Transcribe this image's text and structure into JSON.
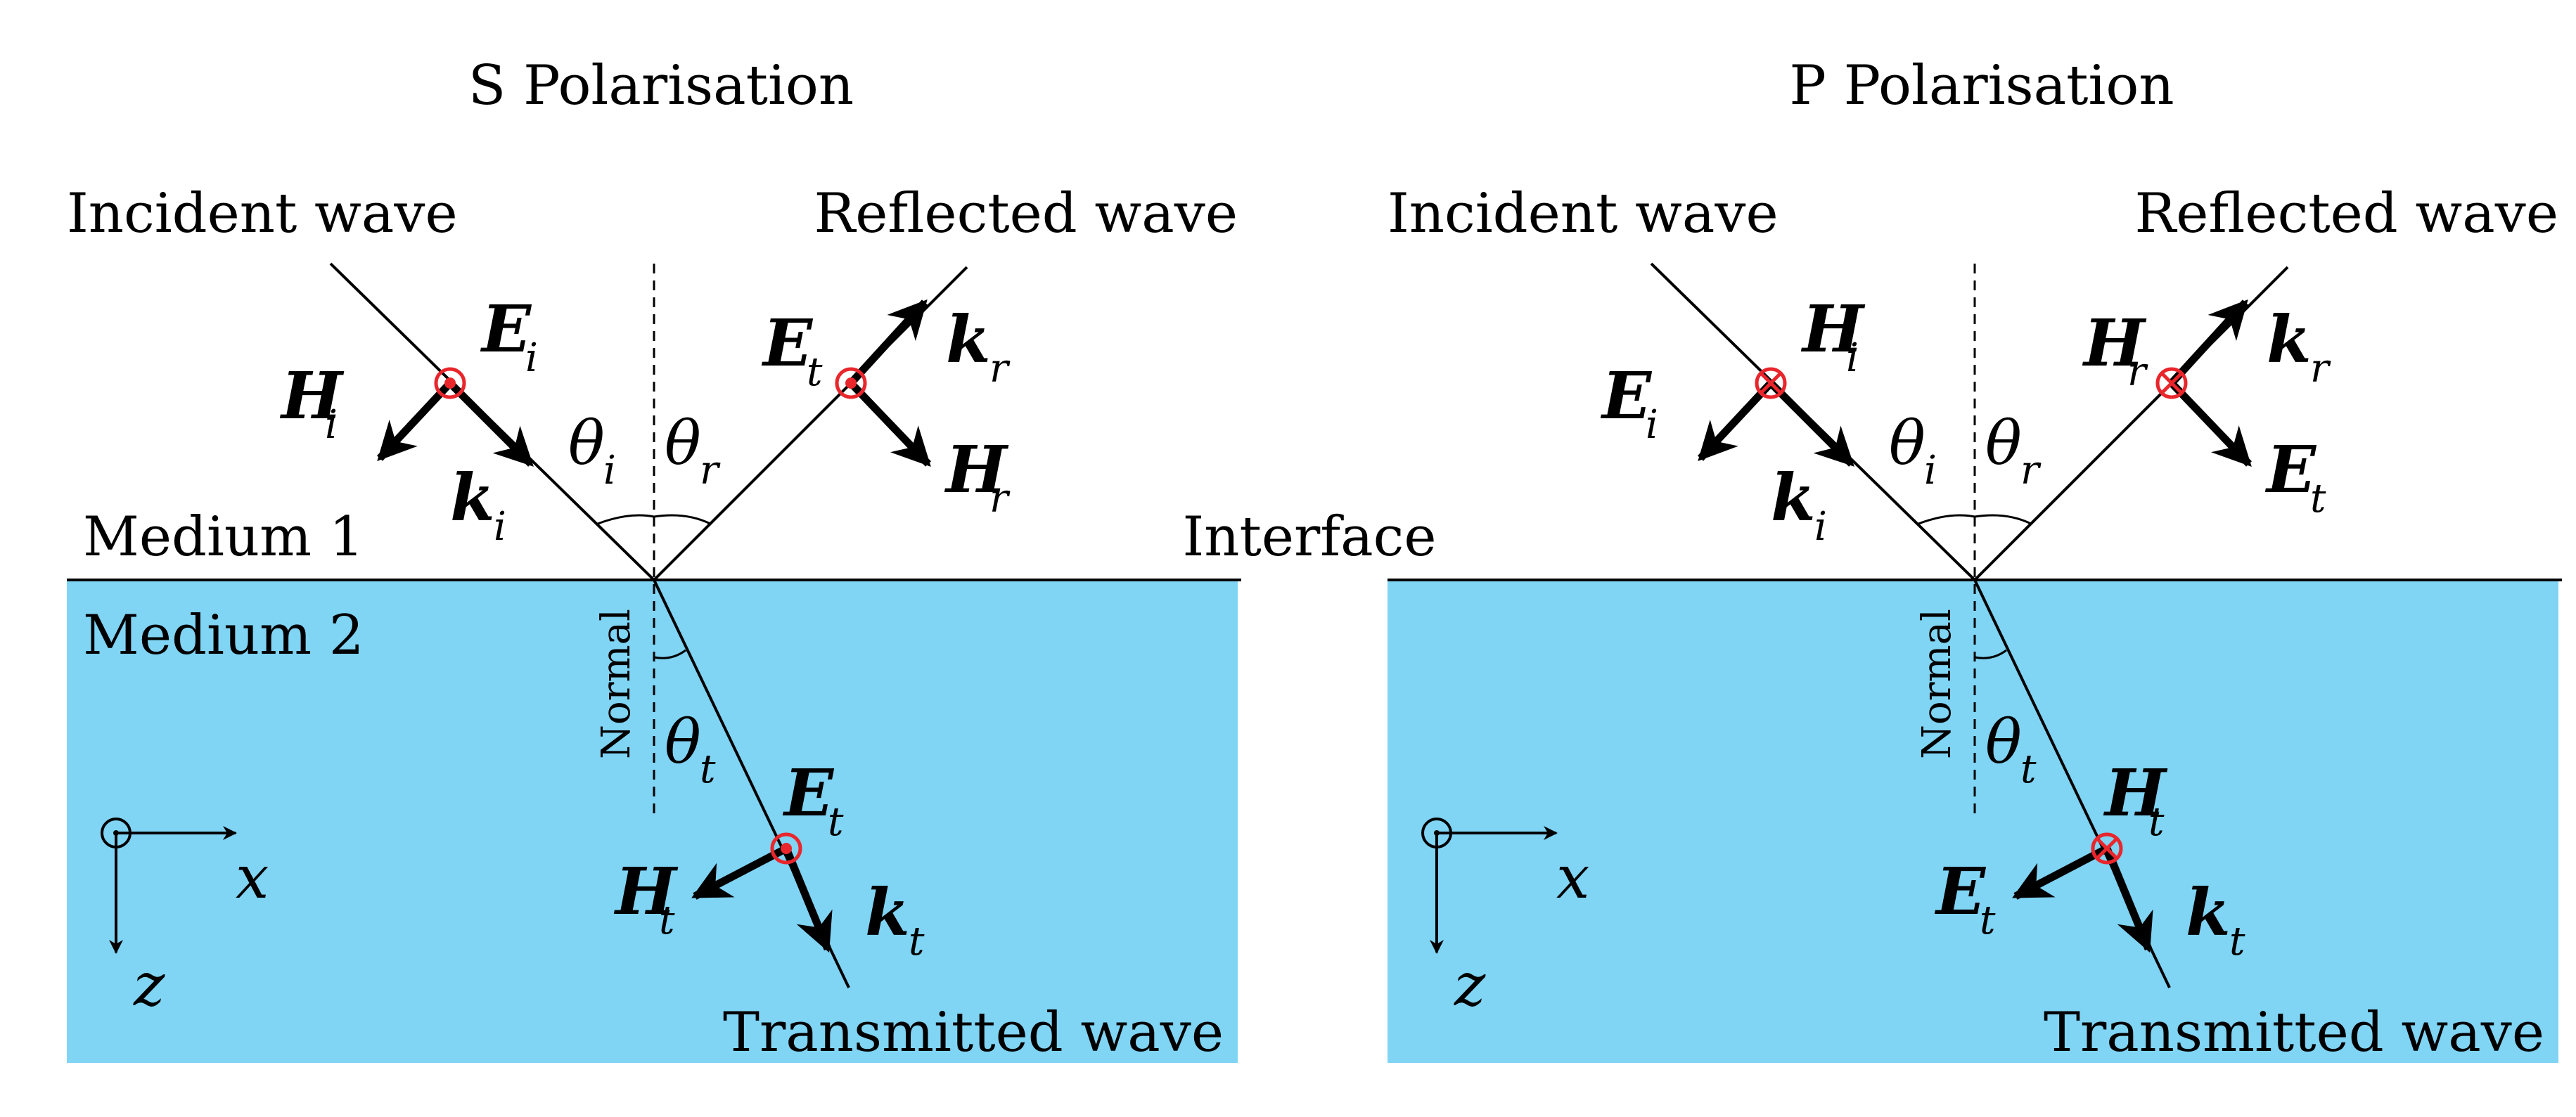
{
  "colors": {
    "medium2_fill": "#80d4f4",
    "field_marker": "#e8262c",
    "ink": "#000000"
  },
  "panels": [
    {
      "id": "s",
      "title": "S Polarisation",
      "incident_label": "Incident wave",
      "reflected_label": "Reflected wave",
      "transmitted_label": "Transmitted wave",
      "medium1_label": "Medium 1",
      "medium2_label": "Medium 2",
      "normal_label": "Normal",
      "axis_x": "x",
      "axis_z": "z",
      "marker_type": "dot",
      "incident": {
        "field_dot": {
          "sym": "E",
          "sub": "i"
        },
        "field_arrow": {
          "sym": "H",
          "sub": "i"
        },
        "k": {
          "sym": "k",
          "sub": "i"
        }
      },
      "reflected": {
        "field_dot": {
          "sym": "E",
          "sub": "t"
        },
        "field_arrow": {
          "sym": "H",
          "sub": "r"
        },
        "k": {
          "sym": "k",
          "sub": "r"
        }
      },
      "transmitted": {
        "field_dot": {
          "sym": "E",
          "sub": "t"
        },
        "field_arrow": {
          "sym": "H",
          "sub": "t"
        },
        "k": {
          "sym": "k",
          "sub": "t"
        }
      },
      "angles": {
        "incident": {
          "sym": "θ",
          "sub": "i"
        },
        "reflected": {
          "sym": "θ",
          "sub": "r"
        },
        "transmitted": {
          "sym": "θ",
          "sub": "t"
        }
      }
    },
    {
      "id": "p",
      "title": "P Polarisation",
      "incident_label": "Incident wave",
      "reflected_label": "Reflected wave",
      "transmitted_label": "Transmitted wave",
      "medium1_label": "",
      "medium2_label": "",
      "normal_label": "Normal",
      "axis_x": "x",
      "axis_z": "z",
      "marker_type": "cross",
      "incident": {
        "field_dot": {
          "sym": "H",
          "sub": "i"
        },
        "field_arrow": {
          "sym": "E",
          "sub": "i"
        },
        "k": {
          "sym": "k",
          "sub": "i"
        }
      },
      "reflected": {
        "field_dot": {
          "sym": "H",
          "sub": "r"
        },
        "field_arrow": {
          "sym": "E",
          "sub": "t"
        },
        "k": {
          "sym": "k",
          "sub": "r"
        }
      },
      "transmitted": {
        "field_dot": {
          "sym": "H",
          "sub": "t"
        },
        "field_arrow": {
          "sym": "E",
          "sub": "t"
        },
        "k": {
          "sym": "k",
          "sub": "t"
        }
      },
      "angles": {
        "incident": {
          "sym": "θ",
          "sub": "i"
        },
        "reflected": {
          "sym": "θ",
          "sub": "r"
        },
        "transmitted": {
          "sym": "θ",
          "sub": "t"
        }
      }
    }
  ],
  "interface_label": "Interface"
}
